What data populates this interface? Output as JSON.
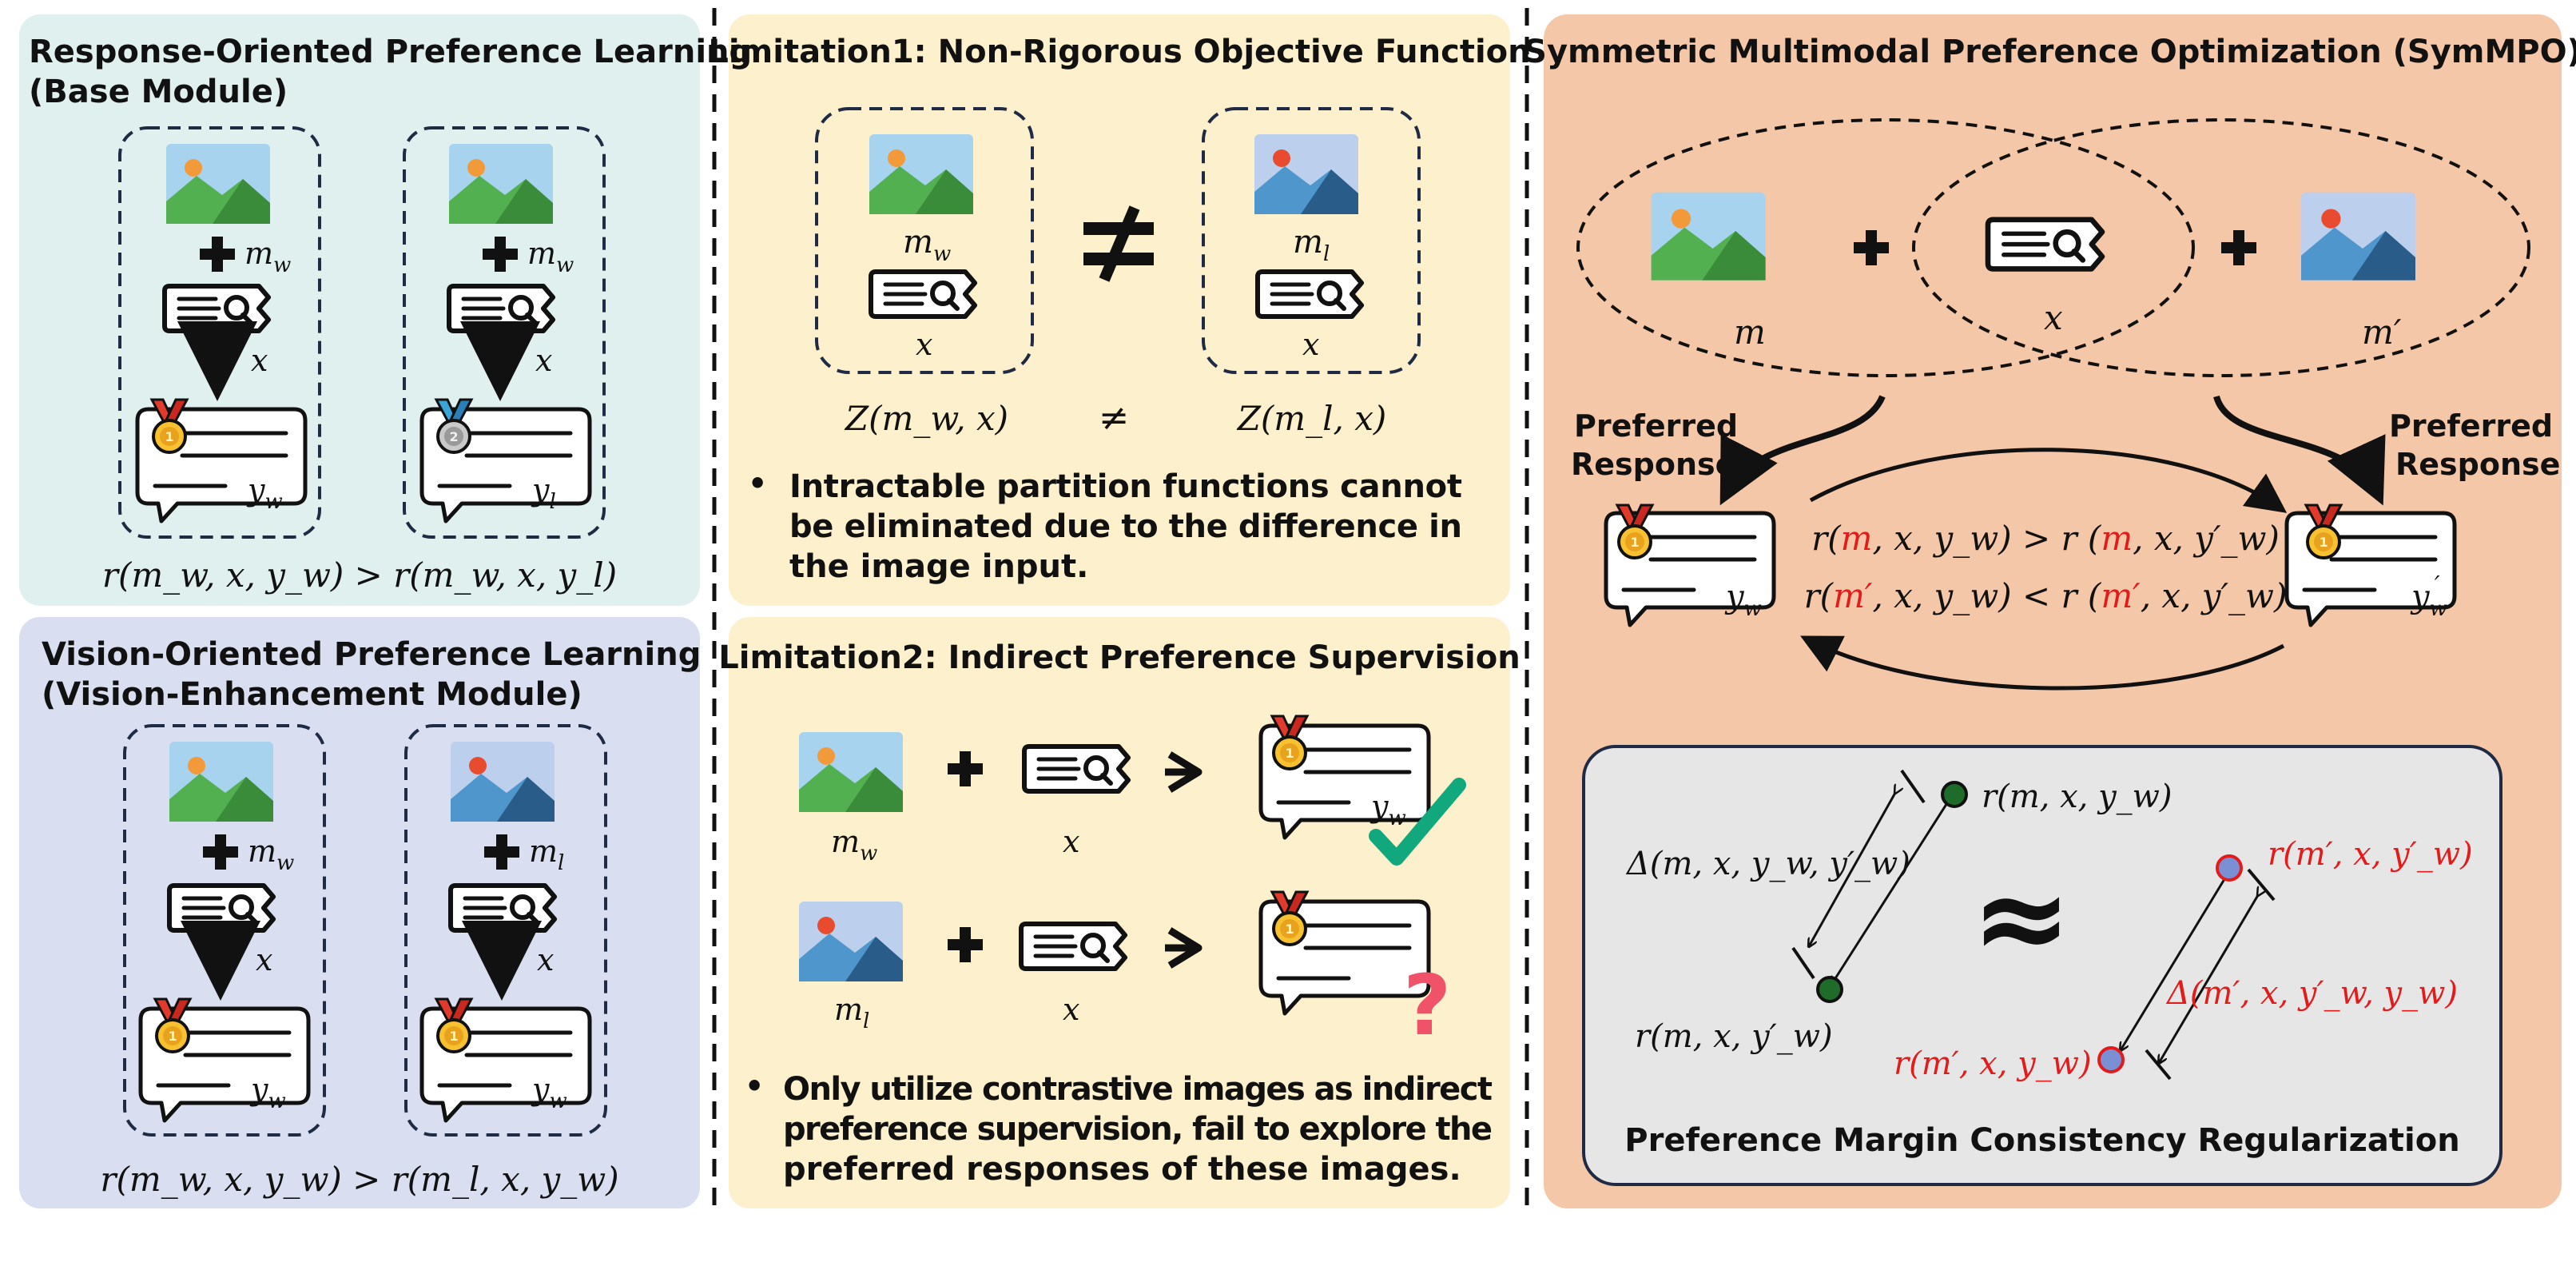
{
  "panels": {
    "base": {
      "title_line1": "Response-Oriented Preference Learning",
      "title_line2": "(Base Module)",
      "left": {
        "mask": "m_w",
        "query": "x",
        "response": "y_w",
        "medal": "gold-medal-1"
      },
      "right": {
        "mask": "m_w",
        "query": "x",
        "response": "y_l",
        "medal": "silver-medal-2"
      },
      "relation": "r(m_w, x, y_w)  >  r(m_w, x, y_l)"
    },
    "vision": {
      "title_line1": "Vision-Oriented Preference Learning",
      "title_line2": "(Vision-Enhancement  Module)",
      "left": {
        "mask": "m_w",
        "query": "x",
        "response": "y_w"
      },
      "right": {
        "mask": "m_l",
        "query": "x",
        "response": "y_w"
      },
      "relation": "r(m_w, x, y_w)  >  r(m_l, x, y_w)"
    },
    "limitation1": {
      "title": "Limitation1: Non-Rigorous Objective Function",
      "left": {
        "mask": "m_w",
        "query": "x",
        "partition": "Z(m_w, x)"
      },
      "right": {
        "mask": "m_l",
        "query": "x",
        "partition": "Z(m_l, x)"
      },
      "neq": "≠",
      "bullet": "•",
      "note_lines": [
        "Intractable  partition  functions  cannot",
        "be  eliminated  due  to  the  difference  in",
        "the image input."
      ]
    },
    "limitation2": {
      "title": "Limitation2: Indirect Preference Supervision",
      "row1": {
        "mask": "m_w",
        "query": "x",
        "response": "y_w",
        "mark": "check-icon"
      },
      "row2": {
        "mask": "m_l",
        "query": "x",
        "mark": "question-icon",
        "question": "?"
      },
      "bullet": "•",
      "note_lines": [
        "Only utilize contrastive images as indirect",
        "preference supervision, fail to explore the",
        "preferred responses of these images."
      ]
    },
    "sympo": {
      "title": "Symmetric Multimodal Preference Optimization (SymMPO)",
      "left_image": "m",
      "query": "x",
      "right_image": "m′",
      "pref_left_line1": "Preferred",
      "pref_left_line2": "Response",
      "pref_right_line1": "Preferred",
      "pref_right_line2": "Response",
      "left_response": "y_w",
      "right_response": "y′_w",
      "ineq1": {
        "lhs_m": "m",
        "lhs_rest": ", x, y_w) > r (",
        "rhs_m": "m",
        "rhs_rest": ", x, y′_w)"
      },
      "ineq2": {
        "lhs_m": "m′",
        "lhs_rest": ", x, y_w) < r (",
        "rhs_m": "m′",
        "rhs_rest": ", x, y′_w)"
      },
      "margin": {
        "title": "Preference Margin Consistency Regularization",
        "top_left_point": "r(m, x, y_w)",
        "bottom_left_point": "r(m, x, y′_w)",
        "left_delta": "Δ(m, x, y_w, y′_w)",
        "approx": "≈",
        "top_right_point": "r(m′, x, y′_w)",
        "bottom_right_point": "r(m′, x, y_w)",
        "right_delta": "Δ(m′, x, y′_w, y_w)"
      }
    }
  },
  "colors": {
    "base_bg": "#e0f0ee",
    "vision_bg": "#d9dff0",
    "limitation_bg": "#fdf0cc",
    "sympo_bg": "#f5c7a9",
    "margin_bg": "#e6e6e6",
    "accent_red": "#e21b1b",
    "check_green": "#12a87e",
    "question_red": "#f0526a"
  }
}
